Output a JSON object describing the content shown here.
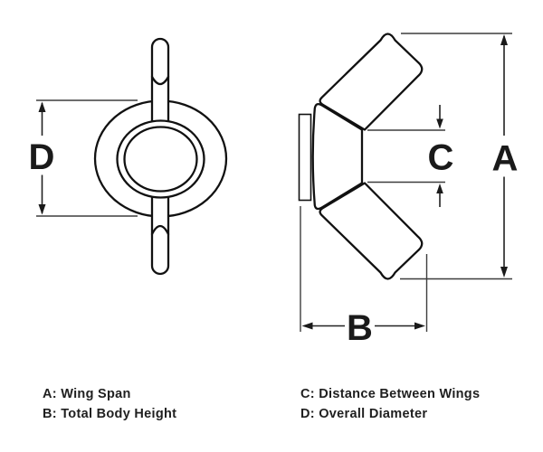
{
  "diagram": {
    "kind": "wing-nut dimension drawing",
    "colors": {
      "background": "#ffffff",
      "outline": "#111111",
      "dimension_lines": "#222222",
      "extension_lines": "#3d3d3d",
      "text": "#1f1f1f"
    },
    "labels": {
      "a": "A",
      "b": "B",
      "c": "C",
      "d": "D"
    },
    "legend": {
      "left": [
        {
          "label": "A: Wing Span"
        },
        {
          "label": "B: Total Body Height"
        }
      ],
      "right": [
        {
          "label": "C: Distance Between Wings"
        },
        {
          "label": "D: Overall Diameter"
        }
      ]
    }
  }
}
